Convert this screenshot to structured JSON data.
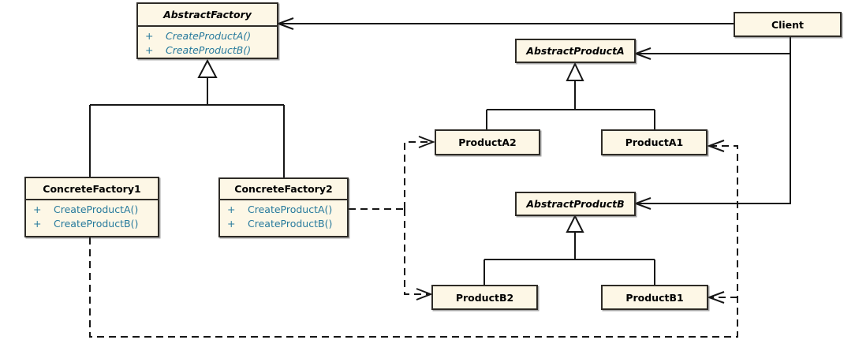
{
  "diagram": {
    "kind": "uml-class-diagram",
    "pattern": "Abstract Factory"
  },
  "colors": {
    "box_fill": "#fdf7e6",
    "box_border": "#2e2b26",
    "method_text": "#26799c",
    "connector": "#161616",
    "background": "#ffffff"
  },
  "classes": {
    "abstractFactory": {
      "name": "AbstractFactory",
      "abstract": true,
      "methods": [
        {
          "visibility": "+",
          "signature": "CreateProductA()"
        },
        {
          "visibility": "+",
          "signature": "CreateProductB()"
        }
      ]
    },
    "concreteFactory1": {
      "name": "ConcreteFactory1",
      "abstract": false,
      "methods": [
        {
          "visibility": "+",
          "signature": "CreateProductA()"
        },
        {
          "visibility": "+",
          "signature": "CreateProductB()"
        }
      ]
    },
    "concreteFactory2": {
      "name": "ConcreteFactory2",
      "abstract": false,
      "methods": [
        {
          "visibility": "+",
          "signature": "CreateProductA()"
        },
        {
          "visibility": "+",
          "signature": "CreateProductB()"
        }
      ]
    },
    "client": {
      "name": "Client",
      "abstract": false
    },
    "abstractProductA": {
      "name": "AbstractProductA",
      "abstract": true
    },
    "productA2": {
      "name": "ProductA2",
      "abstract": false
    },
    "productA1": {
      "name": "ProductA1",
      "abstract": false
    },
    "abstractProductB": {
      "name": "AbstractProductB",
      "abstract": true
    },
    "productB2": {
      "name": "ProductB2",
      "abstract": false
    },
    "productB1": {
      "name": "ProductB1",
      "abstract": false
    }
  },
  "relationships": [
    {
      "type": "association",
      "from": "Client",
      "to": "AbstractFactory"
    },
    {
      "type": "association",
      "from": "Client",
      "to": "AbstractProductA"
    },
    {
      "type": "association",
      "from": "Client",
      "to": "AbstractProductB"
    },
    {
      "type": "generalization",
      "from": "ConcreteFactory1",
      "to": "AbstractFactory"
    },
    {
      "type": "generalization",
      "from": "ConcreteFactory2",
      "to": "AbstractFactory"
    },
    {
      "type": "generalization",
      "from": "ProductA2",
      "to": "AbstractProductA"
    },
    {
      "type": "generalization",
      "from": "ProductA1",
      "to": "AbstractProductA"
    },
    {
      "type": "generalization",
      "from": "ProductB2",
      "to": "AbstractProductB"
    },
    {
      "type": "generalization",
      "from": "ProductB1",
      "to": "AbstractProductB"
    },
    {
      "type": "dependency",
      "from": "ConcreteFactory2",
      "to": "ProductA2"
    },
    {
      "type": "dependency",
      "from": "ConcreteFactory2",
      "to": "ProductB2"
    },
    {
      "type": "dependency",
      "from": "ConcreteFactory1",
      "to": "ProductA1"
    },
    {
      "type": "dependency",
      "from": "ConcreteFactory1",
      "to": "ProductB1"
    }
  ]
}
